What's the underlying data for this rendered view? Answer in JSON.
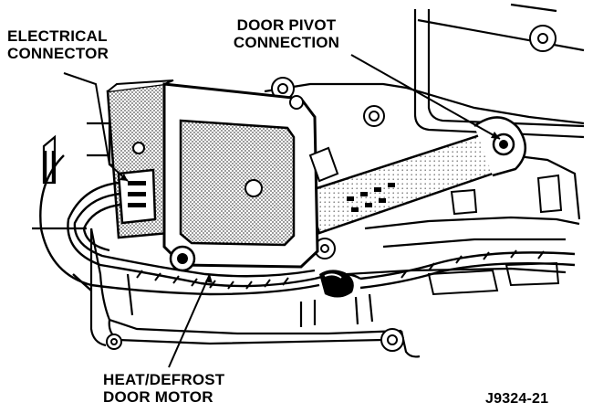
{
  "labels": {
    "electrical_connector": [
      "ELECTRICAL",
      "CONNECTOR"
    ],
    "door_pivot": [
      "DOOR PIVOT",
      "CONNECTION"
    ],
    "door_motor": [
      "HEAT/DEFROST",
      "DOOR MOTOR"
    ],
    "figure_id": "J9324-21"
  },
  "colors": {
    "ink": "#000000",
    "paper": "#ffffff",
    "shade": "#9a9a9a"
  }
}
